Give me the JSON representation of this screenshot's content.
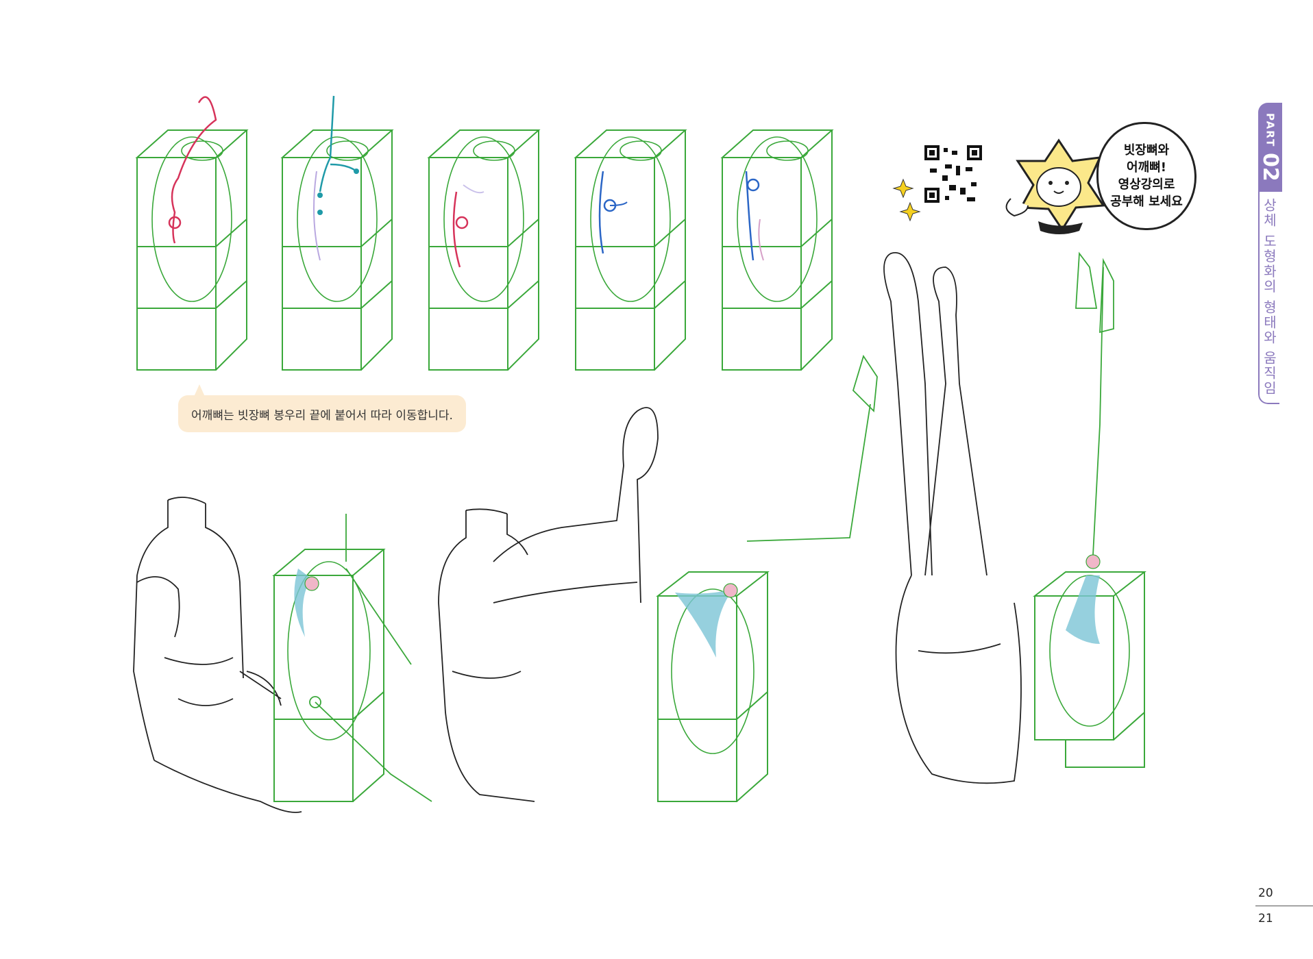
{
  "side_tab": {
    "part_word": "PART",
    "part_number": "02",
    "chapter_title": "상체 도형화의 형태와 움직임"
  },
  "caption": {
    "text": "어깨뼈는 빗장뼈 봉우리 끝에 붙어서 따라 이동합니다."
  },
  "mascot_bubble": {
    "lines": [
      "빗장뼈와",
      "어깨뼈!",
      "영상강의로",
      "공부해 보세요"
    ]
  },
  "page_numbers": {
    "left": "20",
    "right": "21"
  },
  "colors": {
    "box_lines": "#3aa83a",
    "tab_purple": "#8b79bd",
    "caption_bg": "#fcebd2",
    "scapula_fill": "#7cc4d6",
    "joint_pink": "#f0b6c8",
    "clavicle_red": "#d6335a",
    "clavicle_teal": "#1f9aa8",
    "clavicle_blue": "#2b66c6",
    "sparkle_yellow": "#f5d020"
  },
  "icons": [
    "qr-code",
    "mascot-star-character",
    "sparkle-icon"
  ]
}
